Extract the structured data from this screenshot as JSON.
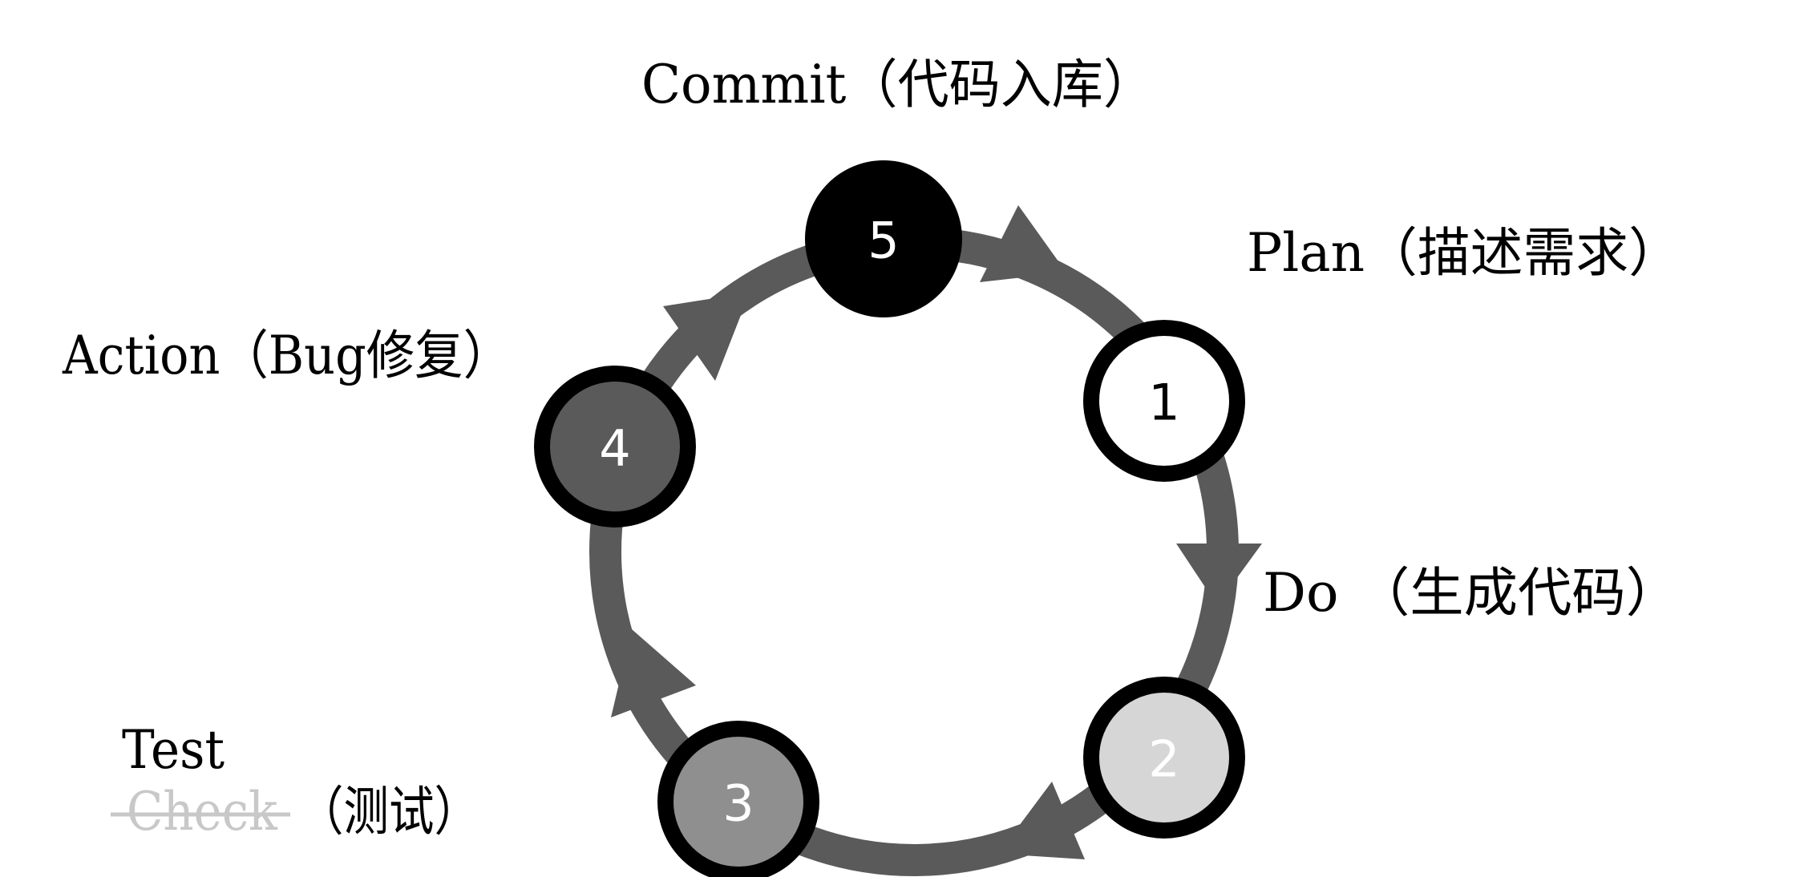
{
  "colors": {
    "ring": "#5a5a5a",
    "outline": "#000000"
  },
  "steps": [
    {
      "number": "1",
      "label": "Plan（描述需求）",
      "fill": "#ffffff",
      "text_color": "#000000"
    },
    {
      "number": "2",
      "label": "Do （生成代码）",
      "fill": "#d6d6d6",
      "text_color": "#ffffff"
    },
    {
      "number": "3",
      "label_top": "Test",
      "label_struck": "Check",
      "label_rest": "（测试）",
      "fill": "#8f8f8f",
      "text_color": "#ffffff"
    },
    {
      "number": "4",
      "label": "Action（Bug修复）",
      "fill": "#5a5a5a",
      "text_color": "#ffffff"
    },
    {
      "number": "5",
      "label": "Commit（代码入库）",
      "fill": "#000000",
      "text_color": "#ffffff"
    }
  ],
  "struck_color": "#c8c8c8"
}
